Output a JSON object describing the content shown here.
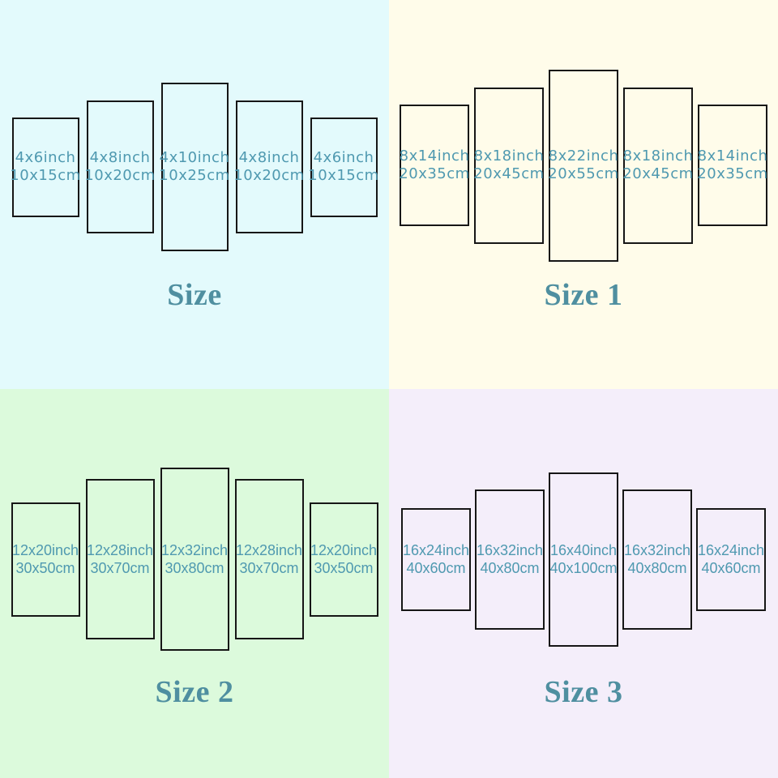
{
  "quadrants": [
    {
      "title": "Size",
      "background": "#e3fafc",
      "panels": [
        {
          "inch": "4x6inch",
          "cm": "10x15cm"
        },
        {
          "inch": "4x8inch",
          "cm": "10x20cm"
        },
        {
          "inch": "4x10inch",
          "cm": "10x25cm"
        },
        {
          "inch": "4x8inch",
          "cm": "10x20cm"
        },
        {
          "inch": "4x6inch",
          "cm": "10x15cm"
        }
      ]
    },
    {
      "title": "Size 1",
      "background": "#fffcea",
      "panels": [
        {
          "inch": "8x14inch",
          "cm": "20x35cm"
        },
        {
          "inch": "8x18inch",
          "cm": "20x45cm"
        },
        {
          "inch": "8x22inch",
          "cm": "20x55cm"
        },
        {
          "inch": "8x18inch",
          "cm": "20x45cm"
        },
        {
          "inch": "8x14inch",
          "cm": "20x35cm"
        }
      ]
    },
    {
      "title": "Size 2",
      "background": "#dcfadc",
      "panels": [
        {
          "inch": "12x20inch",
          "cm": "30x50cm"
        },
        {
          "inch": "12x28inch",
          "cm": "30x70cm"
        },
        {
          "inch": "12x32inch",
          "cm": "30x80cm"
        },
        {
          "inch": "12x28inch",
          "cm": "30x70cm"
        },
        {
          "inch": "12x20inch",
          "cm": "30x50cm"
        }
      ]
    },
    {
      "title": "Size 3",
      "background": "#f4eefa",
      "panels": [
        {
          "inch": "16x24inch",
          "cm": "40x60cm"
        },
        {
          "inch": "16x32inch",
          "cm": "40x80cm"
        },
        {
          "inch": "16x40inch",
          "cm": "40x100cm"
        },
        {
          "inch": "16x32inch",
          "cm": "40x80cm"
        },
        {
          "inch": "16x24inch",
          "cm": "40x60cm"
        }
      ]
    }
  ],
  "colors": {
    "label_text": "#4f99b0",
    "title_text": "#4f8fa0",
    "panel_border": "#161616",
    "quadrant_backgrounds": [
      "#e3fafc",
      "#fffcea",
      "#dcfadc",
      "#f4eefa"
    ]
  }
}
